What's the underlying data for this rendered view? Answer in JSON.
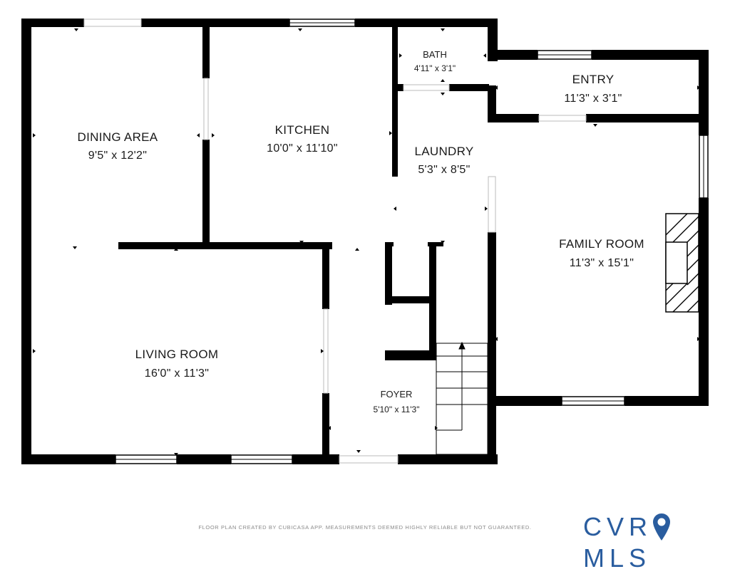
{
  "rooms": {
    "dining": {
      "name": "DINING AREA",
      "dims": "9'5\" x 12'2\""
    },
    "kitchen": {
      "name": "KITCHEN",
      "dims": "10'0\" x 11'10\""
    },
    "bath": {
      "name": "BATH",
      "dims": "4'11\" x 3'1\""
    },
    "entry": {
      "name": "ENTRY",
      "dims": "11'3\" x 3'1\""
    },
    "laundry": {
      "name": "LAUNDRY",
      "dims": "5'3\" x 8'5\""
    },
    "family": {
      "name": "FAMILY ROOM",
      "dims": "11'3\" x 15'1\""
    },
    "living": {
      "name": "LIVING ROOM",
      "dims": "16'0\" x 11'3\""
    },
    "foyer": {
      "name": "FOYER",
      "dims": "5'10\" x 11'3\""
    }
  },
  "footer": {
    "disclaimer": "FLOOR PLAN CREATED BY CUBICASA APP. MEASUREMENTS DEEMED HIGHLY RELIABLE BUT NOT GUARANTEED.",
    "brand_left": "CVR",
    "brand_right": "MLS",
    "brand_color": "#2a5d9f"
  },
  "colors": {
    "wall": "#000000",
    "window": "#ffffff",
    "background": "#ffffff"
  }
}
